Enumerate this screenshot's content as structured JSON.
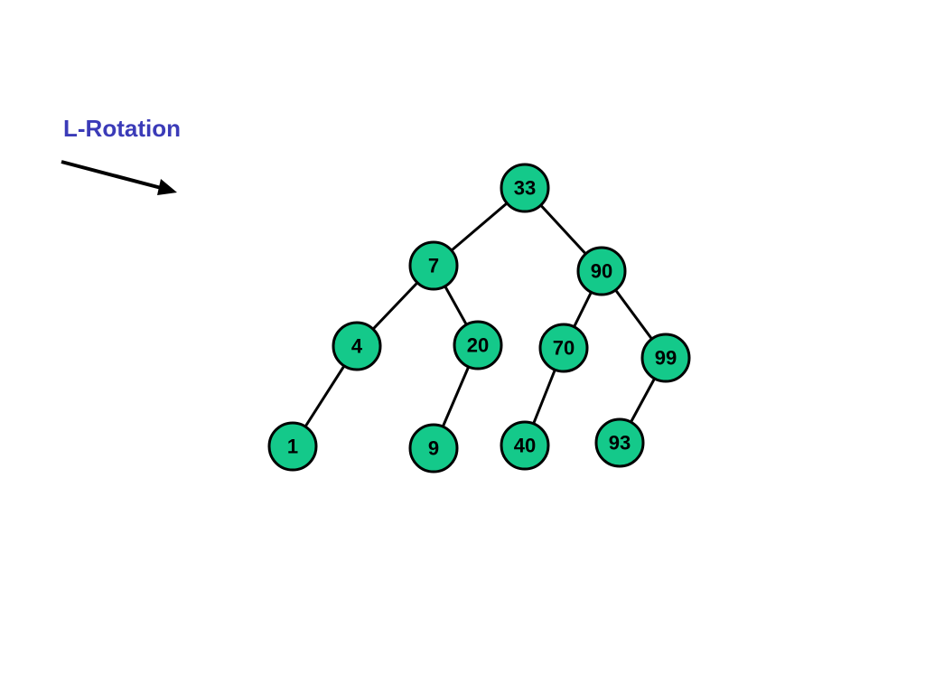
{
  "title": "L-Rotation",
  "colors": {
    "title": "#3b3bb8",
    "node_fill": "#14c98a",
    "node_stroke": "#000000",
    "edge": "#000000",
    "arrow": "#000000"
  },
  "tree": {
    "nodes": [
      {
        "id": "n33",
        "label": "33"
      },
      {
        "id": "n7",
        "label": "7"
      },
      {
        "id": "n90",
        "label": "90"
      },
      {
        "id": "n4",
        "label": "4"
      },
      {
        "id": "n20",
        "label": "20"
      },
      {
        "id": "n70",
        "label": "70"
      },
      {
        "id": "n99",
        "label": "99"
      },
      {
        "id": "n1",
        "label": "1"
      },
      {
        "id": "n9",
        "label": "9"
      },
      {
        "id": "n40",
        "label": "40"
      },
      {
        "id": "n93",
        "label": "93"
      }
    ],
    "edges": [
      {
        "from": "n33",
        "to": "n7"
      },
      {
        "from": "n33",
        "to": "n90"
      },
      {
        "from": "n7",
        "to": "n4"
      },
      {
        "from": "n7",
        "to": "n20"
      },
      {
        "from": "n90",
        "to": "n70"
      },
      {
        "from": "n90",
        "to": "n99"
      },
      {
        "from": "n4",
        "to": "n1"
      },
      {
        "from": "n20",
        "to": "n9"
      },
      {
        "from": "n70",
        "to": "n40"
      },
      {
        "from": "n99",
        "to": "n93"
      }
    ]
  }
}
